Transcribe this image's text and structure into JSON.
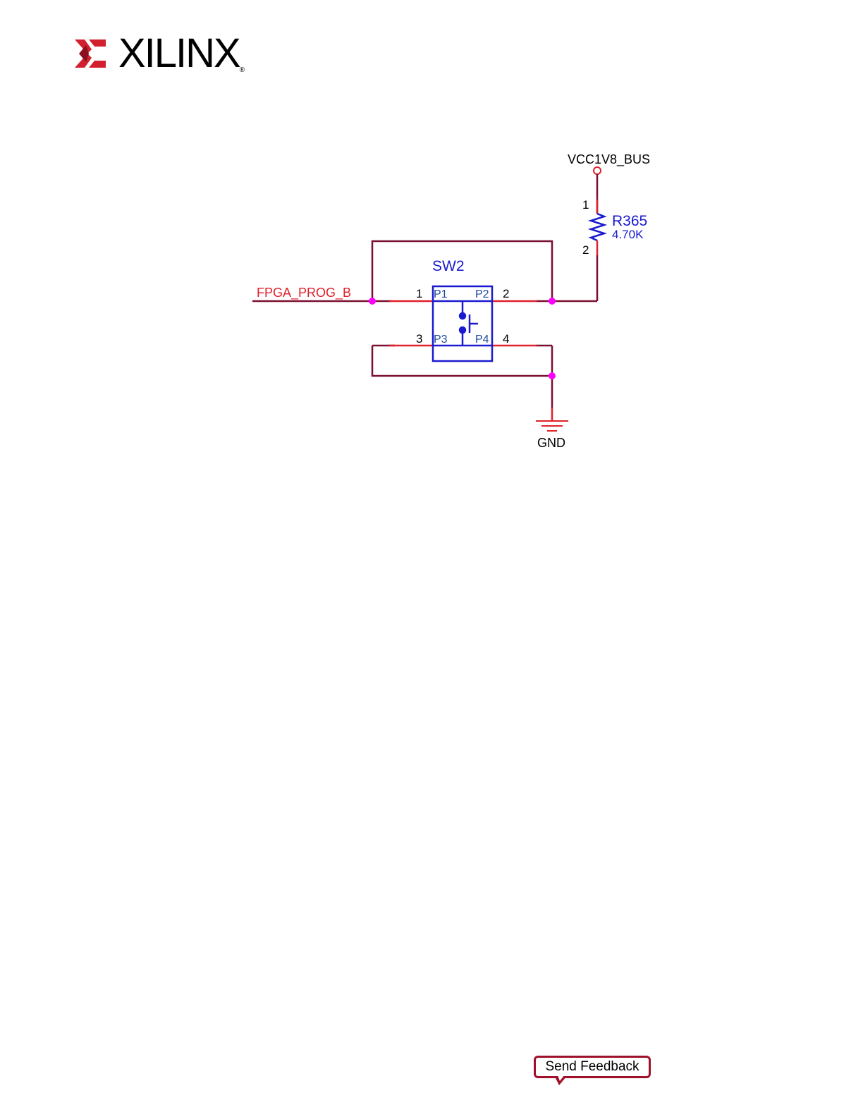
{
  "brand": {
    "name": "XILINX",
    "registered_mark": "®",
    "logo_color": "#d2202f"
  },
  "schematic": {
    "power_net": "VCC1V8_BUS",
    "ground_net": "GND",
    "signal_net": "FPGA_PROG_B",
    "resistor": {
      "ref": "R365",
      "value": "4.70K",
      "pin1": "1",
      "pin2": "2"
    },
    "switch": {
      "ref": "SW2",
      "pins": [
        {
          "number": "1",
          "name": "P1"
        },
        {
          "number": "2",
          "name": "P2"
        },
        {
          "number": "3",
          "name": "P3"
        },
        {
          "number": "4",
          "name": "P4"
        }
      ]
    },
    "colors": {
      "wire": "#7a1030",
      "pin_wire": "#e0202a",
      "component": "#1a1ad0",
      "junction": "#ff00ff"
    }
  },
  "footer": {
    "feedback_label": "Send Feedback"
  }
}
